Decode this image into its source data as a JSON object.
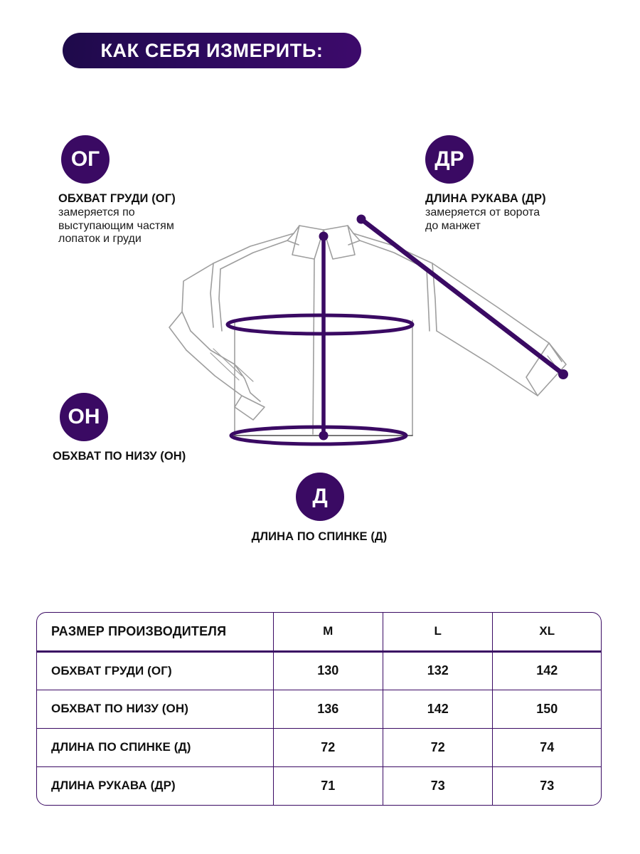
{
  "header": {
    "title": "КАК СЕБЯ ИЗМЕРИТЬ:"
  },
  "colors": {
    "brand_purple": "#3a0a63",
    "header_gradient_start": "#1e0a4a",
    "header_gradient_end": "#3d0a6b",
    "garment_outline": "#9a9a9a",
    "text_dark": "#111111"
  },
  "measurements": [
    {
      "code": "ОГ",
      "title": "ОБХВАТ ГРУДИ (ОГ)",
      "desc_lines": [
        "замеряется по",
        "выступающим частям",
        "лопаток и груди"
      ]
    },
    {
      "code": "ДР",
      "title": "ДЛИНА РУКАВА (ДР)",
      "desc_lines": [
        "замеряется от ворота",
        "до манжет"
      ]
    },
    {
      "code": "ОН",
      "title": "ОБХВАТ ПО НИЗУ (ОН)",
      "desc_lines": []
    },
    {
      "code": "Д",
      "title": "ДЛИНА ПО СПИНКЕ (Д)",
      "desc_lines": []
    }
  ],
  "illustration": {
    "garment": "long-sleeve-shirt-outline",
    "overlays": [
      "chest-circumference-ellipse",
      "hem-circumference-ellipse",
      "back-length-vertical-line",
      "sleeve-length-diagonal-line"
    ]
  },
  "table": {
    "columns": [
      "РАЗМЕР ПРОИЗВОДИТЕЛЯ",
      "M",
      "L",
      "XL"
    ],
    "rows": [
      {
        "label": "ОБХВАТ ГРУДИ (ОГ)",
        "values": [
          "130",
          "132",
          "142"
        ]
      },
      {
        "label": "ОБХВАТ ПО НИЗУ (ОН)",
        "values": [
          "136",
          "142",
          "150"
        ]
      },
      {
        "label": "ДЛИНА ПО СПИНКЕ (Д)",
        "values": [
          "72",
          "72",
          "74"
        ]
      },
      {
        "label": "ДЛИНА РУКАВА (ДР)",
        "values": [
          "71",
          "73",
          "73"
        ]
      }
    ]
  }
}
